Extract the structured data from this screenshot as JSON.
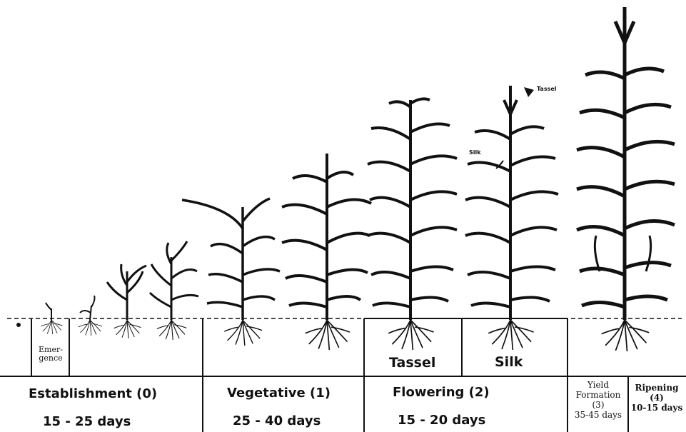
{
  "annotations": {
    "emergence": [
      "Emer-",
      "gence"
    ],
    "tassel_pointer": "Tassel",
    "silk_pointer": "Silk"
  },
  "sub_stages": {
    "tassel": "Tassel",
    "silk": "Silk"
  },
  "stages": [
    {
      "key": "establishment",
      "title": "Establishment (0)",
      "days": "15 - 25 days"
    },
    {
      "key": "vegetative",
      "title": "Vegetative (1)",
      "days": "25 - 40 days"
    },
    {
      "key": "flowering",
      "title": "Flowering (2)",
      "days": "15 - 20 days"
    },
    {
      "key": "yield",
      "title_lines": [
        "Yield",
        "Formation",
        "(3)"
      ],
      "days": "35-45 days"
    },
    {
      "key": "ripening",
      "title_lines": [
        "Ripening",
        "(4)"
      ],
      "days": "10-15 days"
    }
  ],
  "colors": {
    "ink": "#111111",
    "background": "#ffffff"
  }
}
